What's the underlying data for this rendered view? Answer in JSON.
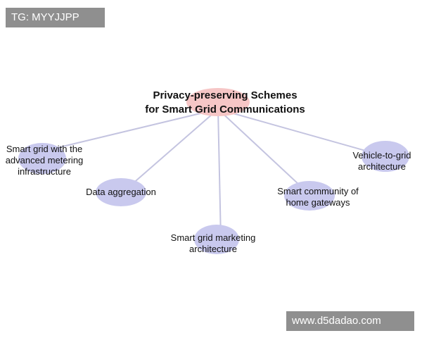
{
  "watermark_top_left": "TG: MYYJJPP",
  "watermark_bottom_right": "www.d5dadao.com",
  "colors": {
    "root_fill": "#f6c6c6",
    "node_fill": "#c9c9ee",
    "edge": "#c4c4e0",
    "watermark_bg": "#8f8f8f"
  },
  "diagram": {
    "root": "Privacy-preserving Schemes\nfor Smart Grid Communications",
    "nodes": [
      "Smart grid with the\nadvanced metering\ninfrastructure",
      "Data aggregation",
      "Smart grid marketing\narchitecture",
      "Smart community of\nhome gateways",
      "Vehicle-to-grid\narchitecture"
    ]
  }
}
